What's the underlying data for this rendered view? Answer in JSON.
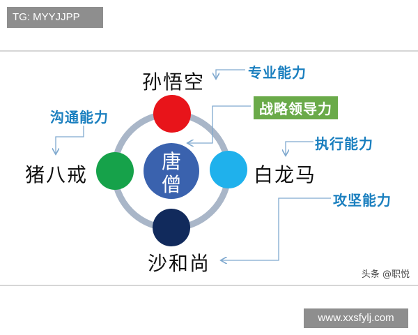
{
  "watermark_top": "TG: MYYJJPP",
  "watermark_bottom": "www.xxsfylj.com",
  "source_label": "头条 @职悦",
  "center": {
    "line1": "唐",
    "line2": "僧"
  },
  "members": {
    "top": "孙悟空",
    "left": "猪八戒",
    "right": "白龙马",
    "bottom": "沙和尚"
  },
  "abilities": {
    "professional": "专业能力",
    "leadership": "战略领导力",
    "communication": "沟通能力",
    "execution": "执行能力",
    "breakthrough": "攻坚能力"
  },
  "colors": {
    "top_node": "#e8141a",
    "left_node": "#16a24a",
    "right_node": "#1fb1ec",
    "bottom_node": "#112a5c",
    "center_node": "#3a62ae",
    "ring": "#a9b6c8",
    "ability_text": "#1a7fbf",
    "leadership_bg": "#6aaa49",
    "connector": "#7fa9cf"
  }
}
